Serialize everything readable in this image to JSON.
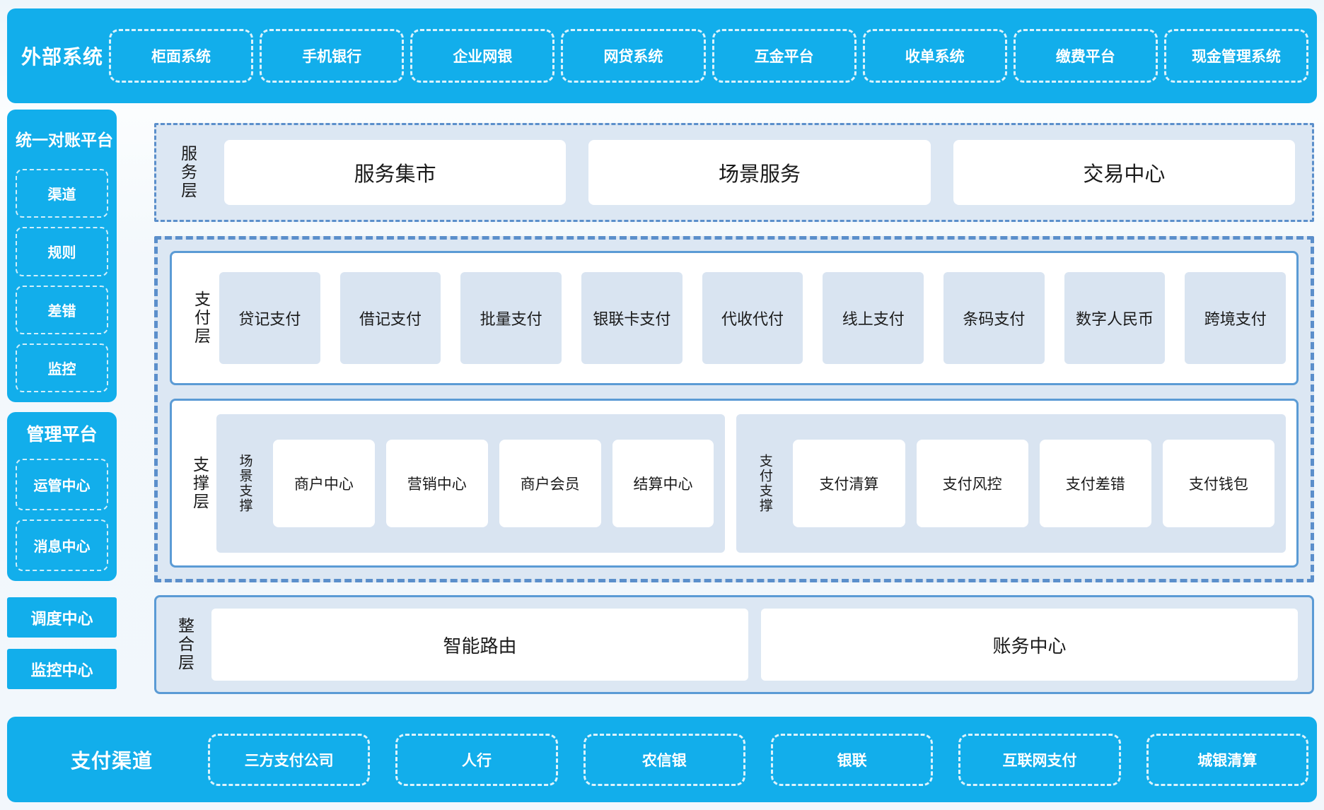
{
  "colors": {
    "brand_blue": "#12aeeb",
    "panel_bg": "#dce7f3",
    "inner_box_bg": "#d9e4f1",
    "panel_border": "#5b9bd5",
    "dashed_border": "#5b8fcb",
    "white_box_bg": "#ffffff",
    "text_dark": "#1a1a1a",
    "text_light": "#ffffff"
  },
  "top_bar": {
    "title": "外部系统",
    "items": [
      "柜面系统",
      "手机银行",
      "企业网银",
      "网贷系统",
      "互金平台",
      "收单系统",
      "缴费平台",
      "现金管理系统"
    ]
  },
  "sidebar": {
    "blocks": [
      {
        "title": "统一对账平台",
        "items": [
          "渠道",
          "规则",
          "差错",
          "监控"
        ]
      },
      {
        "title": "管理平台",
        "items": [
          "运管中心",
          "消息中心"
        ]
      }
    ],
    "solo_items": [
      "调度中心",
      "监控中心"
    ]
  },
  "service_layer": {
    "label": "服务层",
    "items": [
      "服务集市",
      "场景服务",
      "交易中心"
    ]
  },
  "payment_layer": {
    "label": "支付层",
    "items": [
      "贷记支付",
      "借记支付",
      "批量支付",
      "银联卡支付",
      "代收代付",
      "线上支付",
      "条码支付",
      "数字人民币",
      "跨境支付"
    ]
  },
  "support_layer": {
    "label": "支撑层",
    "groups": [
      {
        "label": "场景支撑",
        "items": [
          "商户中心",
          "营销中心",
          "商户会员",
          "结算中心"
        ]
      },
      {
        "label": "支付支撑",
        "items": [
          "支付清算",
          "支付风控",
          "支付差错",
          "支付钱包"
        ]
      }
    ]
  },
  "integration_layer": {
    "label": "整合层",
    "items": [
      "智能路由",
      "账务中心"
    ]
  },
  "bottom_bar": {
    "title": "支付渠道",
    "items": [
      "三方支付公司",
      "人行",
      "农信银",
      "银联",
      "互联网支付",
      "城银清算"
    ]
  }
}
